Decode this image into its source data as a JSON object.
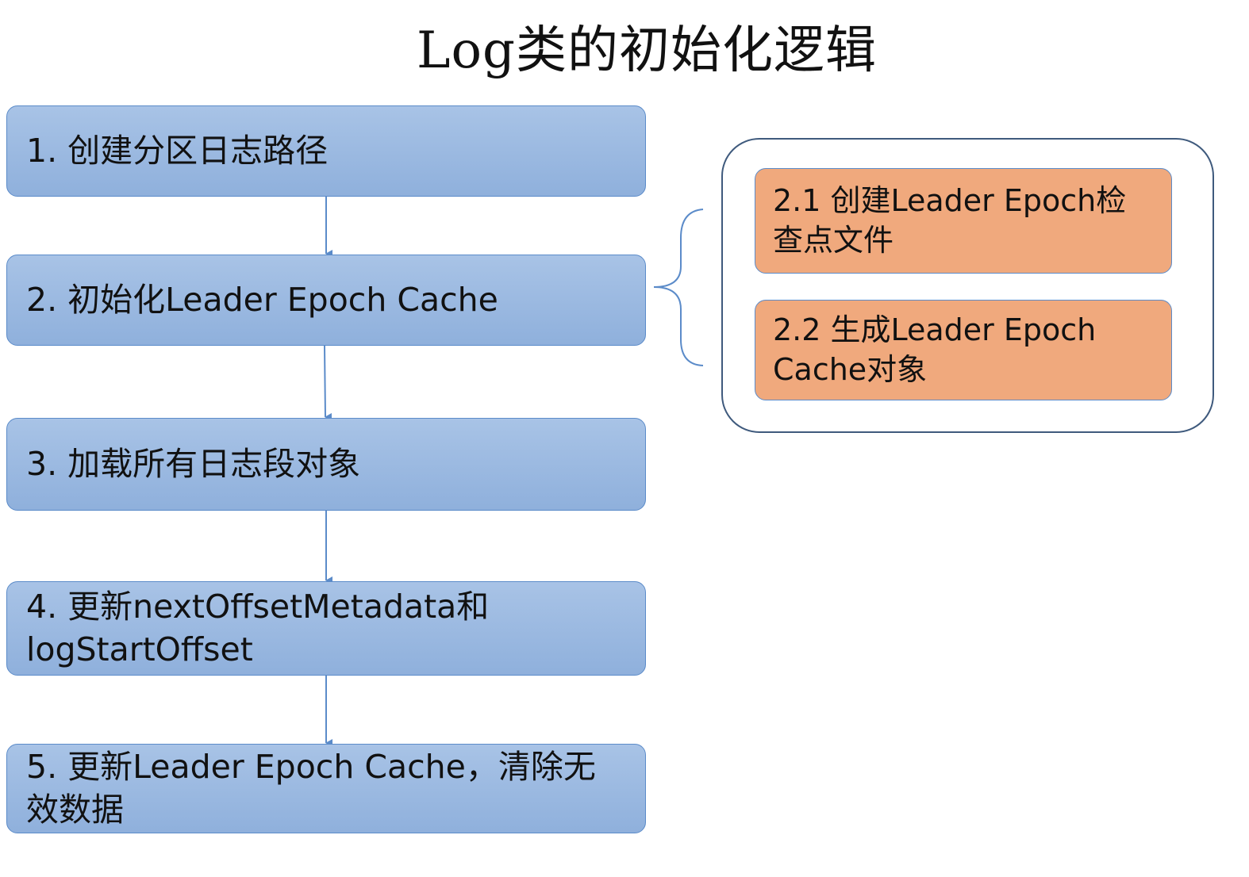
{
  "title": "Log类的初始化逻辑",
  "steps": [
    {
      "label": "1. 创建分区日志路径"
    },
    {
      "label": "2. 初始化Leader Epoch Cache"
    },
    {
      "label": "3. 加载所有日志段对象"
    },
    {
      "label": "4. 更新nextOffsetMetadata和logStartOffset"
    },
    {
      "label": "5. 更新Leader Epoch Cache，清除无效数据"
    }
  ],
  "substeps": [
    {
      "label": "2.1 创建Leader Epoch检查点文件"
    },
    {
      "label": "2.2 生成Leader Epoch Cache对象"
    }
  ],
  "colors": {
    "step_fill": "#99b7e0",
    "step_border": "#5b8bc9",
    "substep_fill": "#f0a97d",
    "container_border": "#3f5a7d",
    "arrow": "#5b8bc9"
  }
}
